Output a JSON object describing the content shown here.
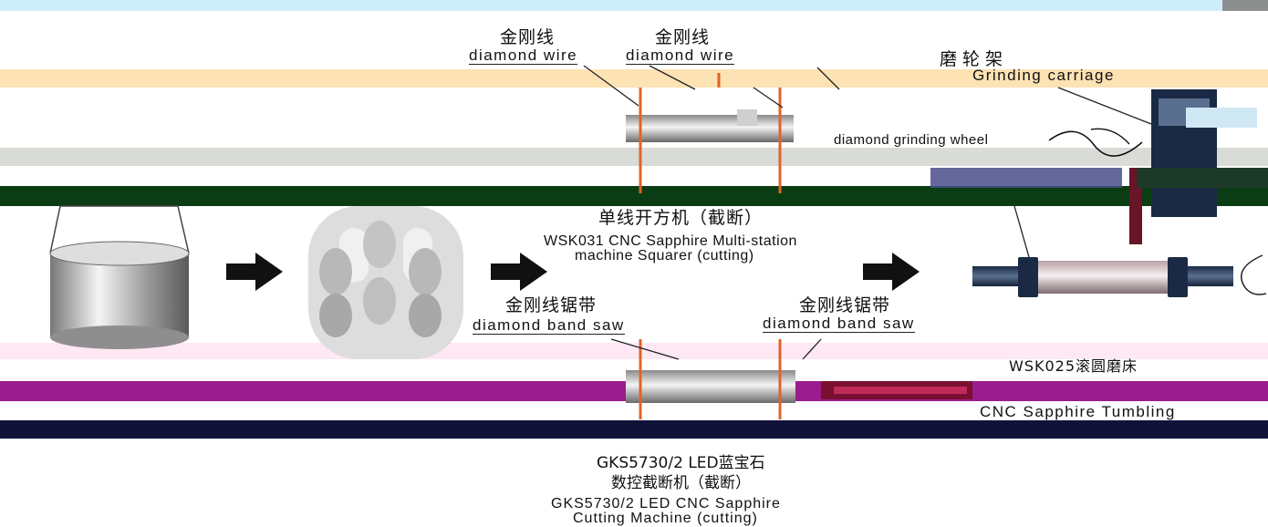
{
  "top_labels": {
    "wire_left_zh": "金刚线",
    "wire_left_en": "diamond wire",
    "wire_right_zh": "金刚线",
    "wire_right_en": "diamond wire",
    "grinding_zh": "磨轮架",
    "grinding_en": "Grinding carriage",
    "wheel_en": "diamond grinding wheel"
  },
  "center_machine": {
    "zh": "单线开方机（截断）",
    "en_line1": "WSK031 CNC Sapphire Multi-station",
    "en_line2": "machine Squarer (cutting)"
  },
  "band_saw": {
    "left_zh": "金刚线锯带",
    "left_en": "diamond band saw",
    "right_zh": "金刚线锯带",
    "right_en": "diamond band saw"
  },
  "right_machine": {
    "zh": "WSK025滚圆磨床",
    "en": "CNC Sapphire Tumbling"
  },
  "bottom_machine": {
    "zh_line1": "GKS5730/2 LED蓝宝石",
    "zh_line2": "数控截断机（截断）",
    "en_line1": "GKS5730/2 LED CNC Sapphire",
    "en_line2": "Cutting Machine (cutting)"
  },
  "colors": {
    "band_top": "#cfeefb",
    "band_cream": "#fde2b3",
    "band_grey": "#d9dbd7",
    "band_green": "#0b3d14",
    "band_pink": "#fde8f4",
    "band_magenta": "#9b1c8c",
    "band_navy": "#10123a",
    "wire_orange": "#e0632a"
  }
}
